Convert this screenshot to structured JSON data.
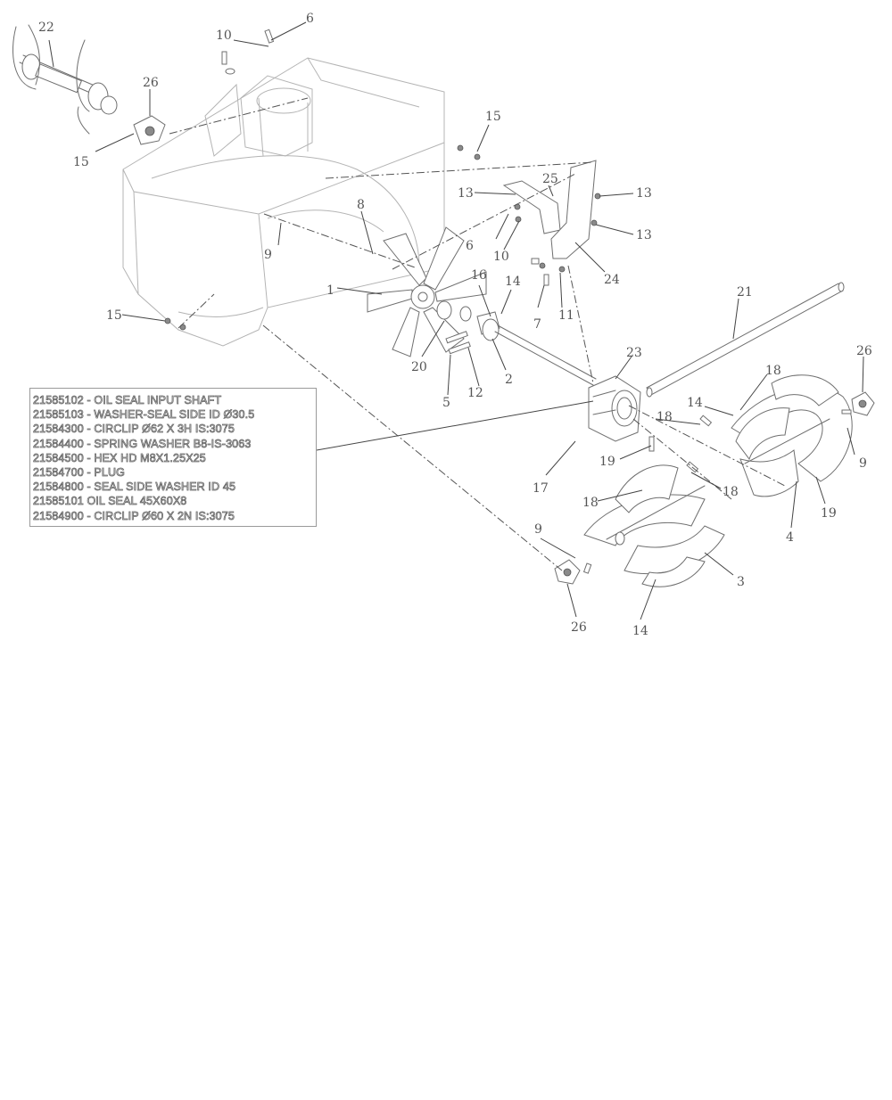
{
  "callouts": {
    "c22": "22",
    "c6": "6",
    "c10a": "10",
    "c26a": "26",
    "c15a": "15",
    "c15b": "15",
    "c15c": "15",
    "c13a": "13",
    "c25": "25",
    "c13b": "13",
    "c13c": "13",
    "c8": "8",
    "c9a": "9",
    "c6b": "6",
    "c10b": "10",
    "c24": "24",
    "c1": "1",
    "c16": "16",
    "c14a": "14",
    "c7": "7",
    "c11": "11",
    "c21": "21",
    "c20": "20",
    "c2": "2",
    "c12": "12",
    "c5": "5",
    "c23": "23",
    "c26b": "26",
    "c18a": "18",
    "c14b": "14",
    "c18b": "18",
    "c9b": "9",
    "c19a": "19",
    "c17": "17",
    "c18c": "18",
    "c18d": "18",
    "c19b": "19",
    "c4": "4",
    "c9c": "9",
    "c3": "3",
    "c26c": "26",
    "c14c": "14"
  },
  "legend": [
    "21585102 - OIL SEAL INPUT SHAFT",
    "21585103 - WASHER-SEAL SIDE ID Ø30.5",
    "21584300 - CIRCLIP Ø62 X 3H IS:3075",
    "21584400 - SPRING WASHER B8-IS-3063",
    "21584500 - HEX HD M8X1.25X25",
    "21584700 - PLUG",
    "21584800 - SEAL SIDE WASHER ID 45",
    "21585101   OIL SEAL 45X60X8",
    "21584900 - CIRCLIP Ø60 X 2N IS:3075"
  ]
}
